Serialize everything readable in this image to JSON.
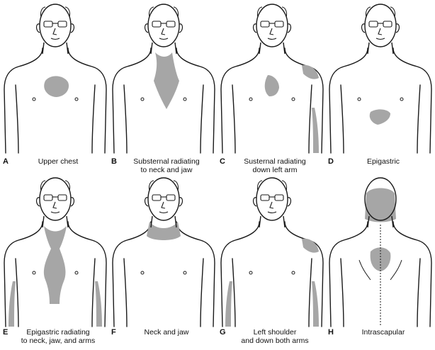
{
  "colors": {
    "pain": "#a6a6a6",
    "skin": "#ffffff",
    "outline": "#1a1a1a"
  },
  "panels": [
    {
      "letter": "A",
      "caption": "Upper chest",
      "view": "front",
      "pain": [
        "upper-chest"
      ]
    },
    {
      "letter": "B",
      "caption": "Substernal radiating\nto neck and jaw",
      "view": "front",
      "pain": [
        "substernal-neck-jaw"
      ]
    },
    {
      "letter": "C",
      "caption": "Susternal radiating\ndown left arm",
      "view": "front",
      "pain": [
        "substernal-small",
        "left-shoulder",
        "left-arm"
      ]
    },
    {
      "letter": "D",
      "caption": "Epigastric",
      "view": "front",
      "pain": [
        "epigastric"
      ]
    },
    {
      "letter": "E",
      "caption": "Epigastric radiating\nto neck, jaw, and arms",
      "view": "front",
      "pain": [
        "epigastric-neck-jaw",
        "both-arms"
      ]
    },
    {
      "letter": "F",
      "caption": "Neck and jaw",
      "view": "front",
      "pain": [
        "neck-jaw"
      ]
    },
    {
      "letter": "G",
      "caption": "Left shoulder\nand down both arms",
      "view": "front",
      "pain": [
        "left-shoulder",
        "both-arms"
      ]
    },
    {
      "letter": "H",
      "caption": "Intrascapular",
      "view": "back",
      "pain": [
        "head-back",
        "intrascapular"
      ]
    }
  ]
}
